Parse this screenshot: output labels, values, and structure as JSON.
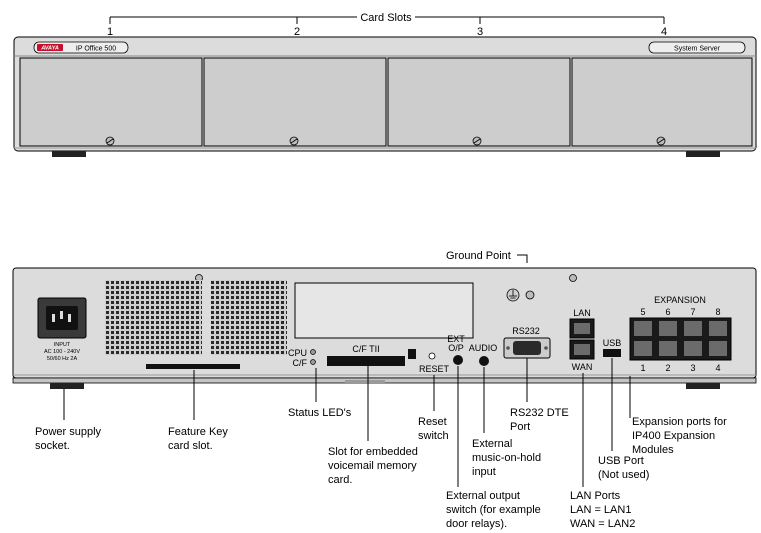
{
  "front": {
    "heading": "Card Slots",
    "slot_numbers": [
      "1",
      "2",
      "3",
      "4"
    ],
    "brand_logo": "AVAYA",
    "model_label": "IP Office 500",
    "system_label": "System Server"
  },
  "rear": {
    "ground_point": "Ground Point",
    "panel": {
      "input_label": [
        "INPUT",
        "AC 100 - 240V",
        "50/60 Hz 2A"
      ],
      "cpu": "CPU",
      "cf": "C/F",
      "cf_tii": "C/F TII",
      "reset": "RESET",
      "ext_op": [
        "EXT",
        "O/P"
      ],
      "audio": "AUDIO",
      "rs232": "RS232",
      "lan": "LAN",
      "wan": "WAN",
      "usb": "USB",
      "expansion": "EXPANSION",
      "exp_top_numbers": [
        "5",
        "6",
        "7",
        "8"
      ],
      "exp_bottom_numbers": [
        "1",
        "2",
        "3",
        "4"
      ]
    },
    "callouts": {
      "power_supply": [
        "Power supply",
        "socket."
      ],
      "feature_key": [
        "Feature Key",
        "card slot."
      ],
      "status_leds": "Status LED's",
      "voicemail_slot": [
        "Slot for embedded",
        "voicemail memory",
        "card."
      ],
      "reset_switch": [
        "Reset",
        "switch"
      ],
      "external_output": [
        "External output",
        "switch (for example",
        "door relays)."
      ],
      "music_on_hold": [
        "External",
        "music-on-hold",
        "input"
      ],
      "rs232_dte": [
        "RS232  DTE",
        "Port"
      ],
      "lan_ports": [
        "LAN Ports",
        "LAN = LAN1",
        "WAN = LAN2"
      ],
      "usb_port": [
        "USB Port",
        "(Not used)"
      ],
      "expansion_ports": [
        "Expansion ports for",
        "IP400 Expansion",
        "Modules"
      ]
    }
  }
}
